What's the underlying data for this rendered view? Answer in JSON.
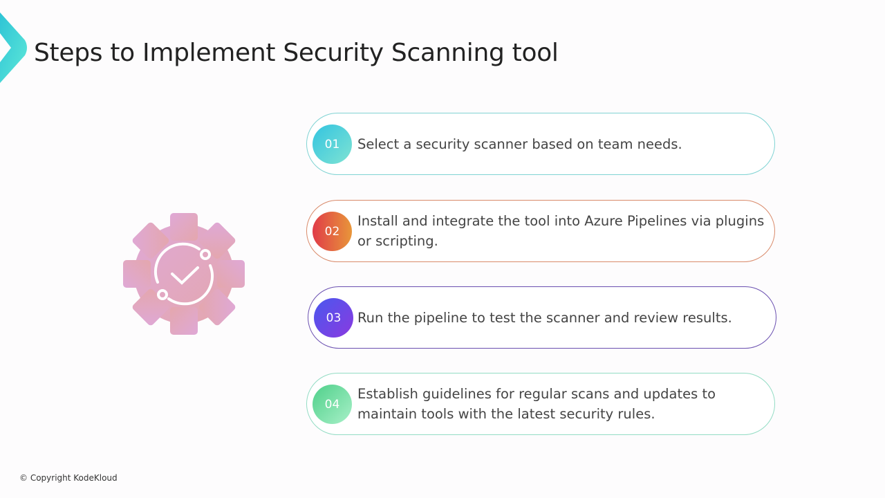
{
  "title": "Steps to Implement Security Scanning tool",
  "steps": [
    {
      "num": "01",
      "text": "Select a security scanner based on team needs.",
      "color": "#6ccfcf"
    },
    {
      "num": "02",
      "text": "Install and integrate the tool into Azure Pipelines via plugins or scripting.",
      "color": "#d98a5a"
    },
    {
      "num": "03",
      "text": "Run the pipeline to test the scanner and review results.",
      "color": "#6a4fb0"
    },
    {
      "num": "04",
      "text": "Establish guidelines for regular scans and updates to maintain tools with the latest security rules.",
      "color": "#8fdcc0"
    }
  ],
  "copyright": "© Copyright KodeKloud"
}
